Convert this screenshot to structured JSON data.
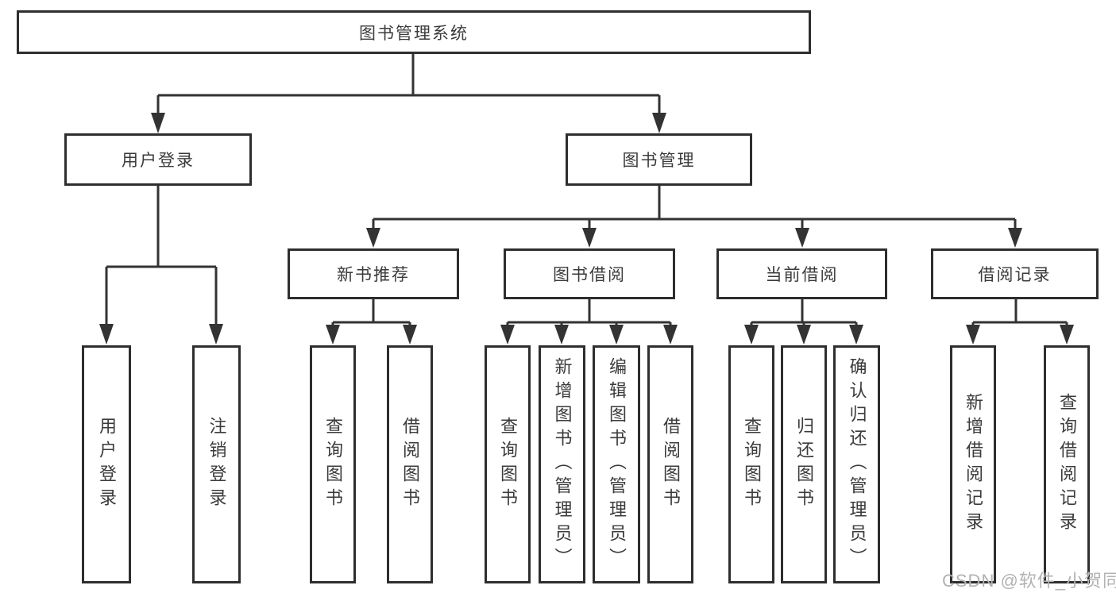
{
  "diagram_type": "functional-hierarchy",
  "tree": {
    "root": {
      "label": "图书管理系统",
      "children": [
        {
          "label": "用户登录",
          "children": [
            {
              "label": "用户登录"
            },
            {
              "label": "注销登录"
            }
          ]
        },
        {
          "label": "图书管理",
          "children": [
            {
              "label": "新书推荐",
              "children": [
                {
                  "label": "查询图书"
                },
                {
                  "label": "借阅图书"
                }
              ]
            },
            {
              "label": "图书借阅",
              "children": [
                {
                  "label": "查询图书"
                },
                {
                  "label": "新增图书（管理员）"
                },
                {
                  "label": "编辑图书（管理员）"
                },
                {
                  "label": "借阅图书"
                }
              ]
            },
            {
              "label": "当前借阅",
              "children": [
                {
                  "label": "查询图书"
                },
                {
                  "label": "归还图书"
                },
                {
                  "label": "确认归还（管理员）"
                }
              ]
            },
            {
              "label": "借阅记录",
              "children": [
                {
                  "label": "新增借阅记录"
                },
                {
                  "label": "查询借阅记录"
                }
              ]
            }
          ]
        }
      ]
    }
  },
  "watermark": {
    "text": "CSDN @软件_小贺同学"
  },
  "colors": {
    "background": "#ffffff",
    "box_border": "#2e2e2e",
    "line": "#333333",
    "text": "#3b3b3b",
    "watermark": "#b2b2b2"
  }
}
